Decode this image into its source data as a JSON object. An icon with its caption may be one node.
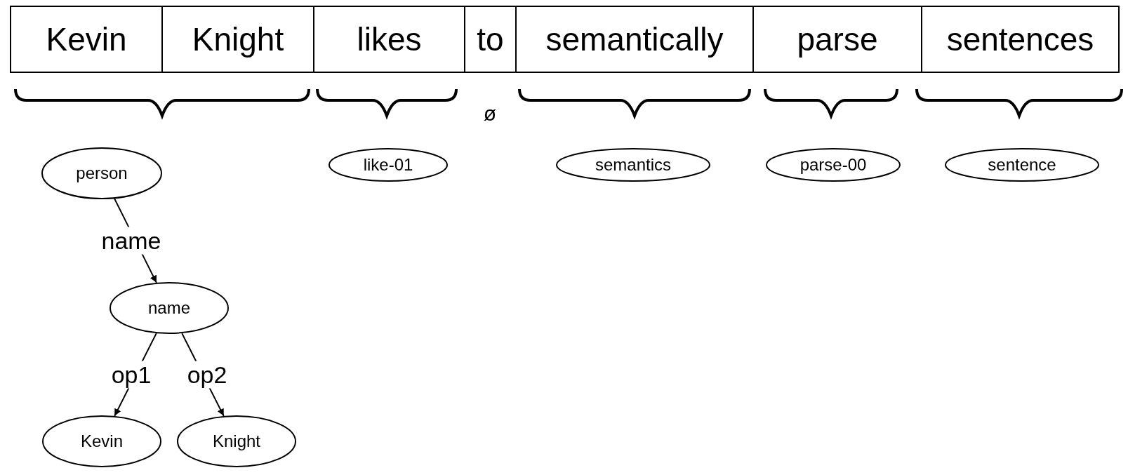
{
  "diagram": {
    "nodes": [
      {
        "text": [
          "Kevin"
        ]
      },
      {
        "text": [
          "Knight"
        ]
      },
      {
        "text": [
          "likes"
        ]
      },
      {
        "text": [
          "to"
        ]
      },
      {
        "text": [
          "semantically"
        ]
      },
      {
        "text": [
          "parse"
        ]
      },
      {
        "text": [
          "sentences"
        ]
      },
      {
        "text": [
          "person"
        ]
      },
      {
        "text": [
          "like-01"
        ]
      },
      {
        "text": [
          "semantics"
        ]
      },
      {
        "text": [
          "parse-00"
        ]
      },
      {
        "text": [
          "sentence"
        ]
      },
      {
        "text": [
          "name"
        ]
      },
      {
        "text": [
          "Kevin"
        ]
      },
      {
        "text": [
          "Knight"
        ]
      }
    ],
    "edges": [
      {
        "from": 7,
        "to": 12,
        "arrow": "to",
        "label": "name"
      },
      {
        "from": 12,
        "to": 13,
        "arrow": "to",
        "label": "op1"
      },
      {
        "from": 12,
        "to": 14,
        "arrow": "to",
        "label": "op2"
      }
    ],
    "labels": [
      "ø"
    ]
  }
}
